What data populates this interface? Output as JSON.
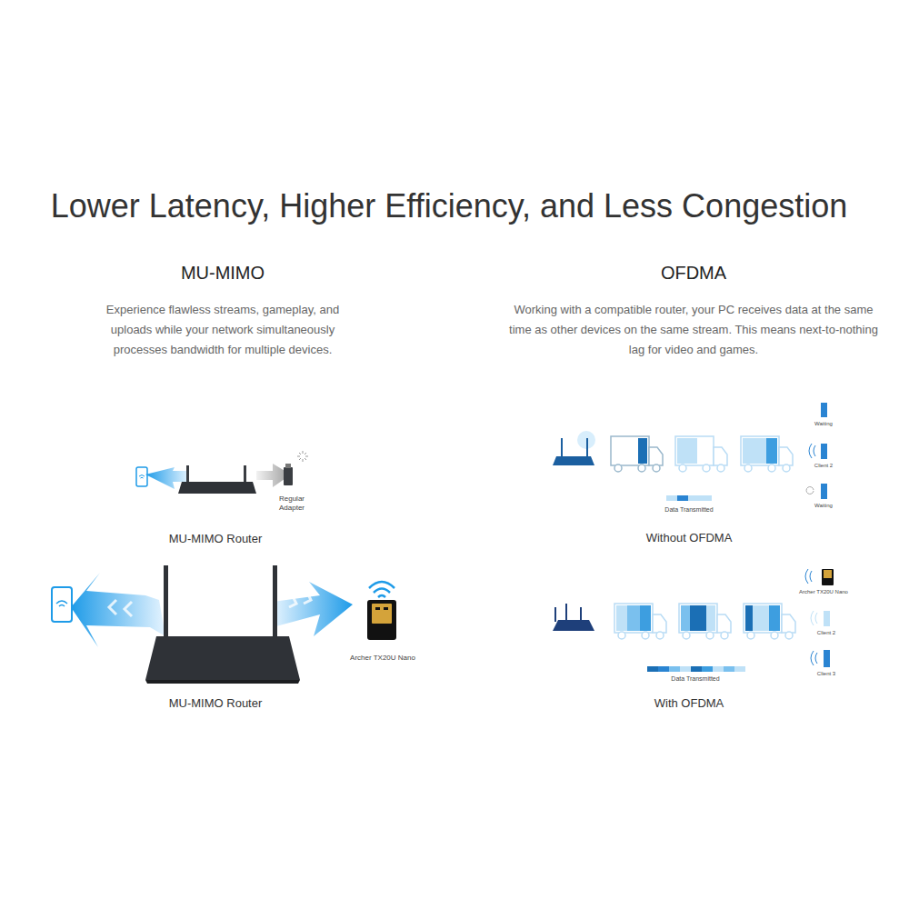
{
  "diagram": {
    "title": "Lower Latency, Higher Efficiency, and Less Congestion",
    "labels": [
      "MU-MIMO",
      "Experience flawless streams, gameplay, and uploads while your network simultaneously processes bandwidth for multiple devices.",
      "OFDMA",
      "Working with a compatible router, your PC receives data at the same time as other devices on the same stream. This means next-to-nothing lag for video and games.",
      "Regular Adapter",
      "MU-MIMO Router",
      "Archer TX20U Nano",
      "MU-MIMO Router",
      "Waiting",
      "Client 2",
      "Waiting",
      "Data Transmitted",
      "Without OFDMA",
      "Archer TX20U Nano",
      "Client 2",
      "Client 3",
      "Data Transmitted",
      "With OFDMA"
    ]
  }
}
